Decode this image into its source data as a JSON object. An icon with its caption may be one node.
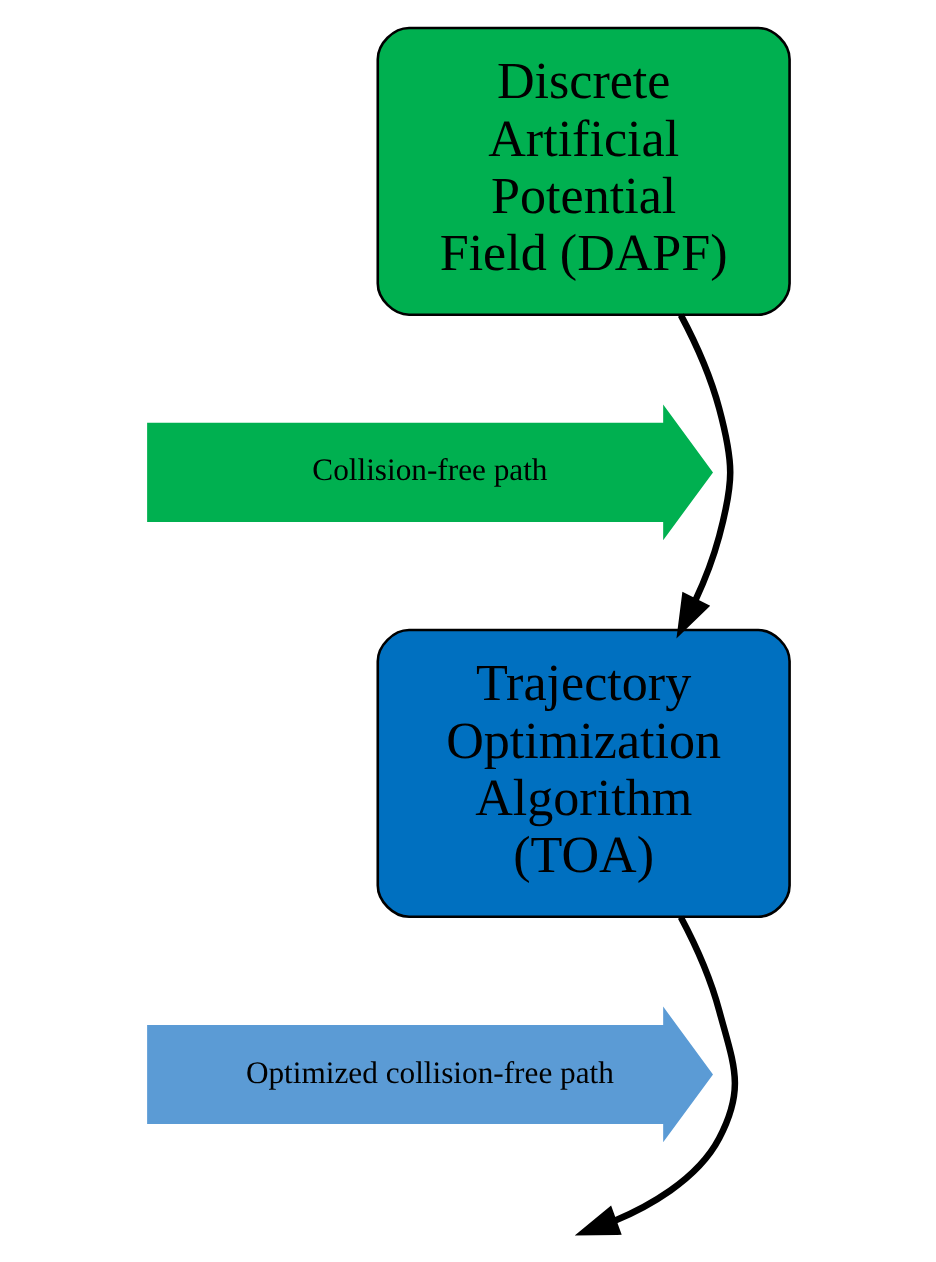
{
  "diagram": {
    "nodes": [
      {
        "text": [
          "Discrete Artificial Potential Field (DAPF)"
        ]
      },
      {
        "text": [
          "Collision-free path"
        ]
      },
      {
        "text": [
          "Trajectory Optimization Algorithm (TOA)"
        ]
      },
      {
        "text": [
          "Optimized collision-free path"
        ]
      }
    ],
    "edges": [
      {
        "from": 0,
        "to": 2,
        "arrow": "to"
      },
      {
        "from": 2,
        "to": null,
        "arrow": "to"
      }
    ]
  }
}
